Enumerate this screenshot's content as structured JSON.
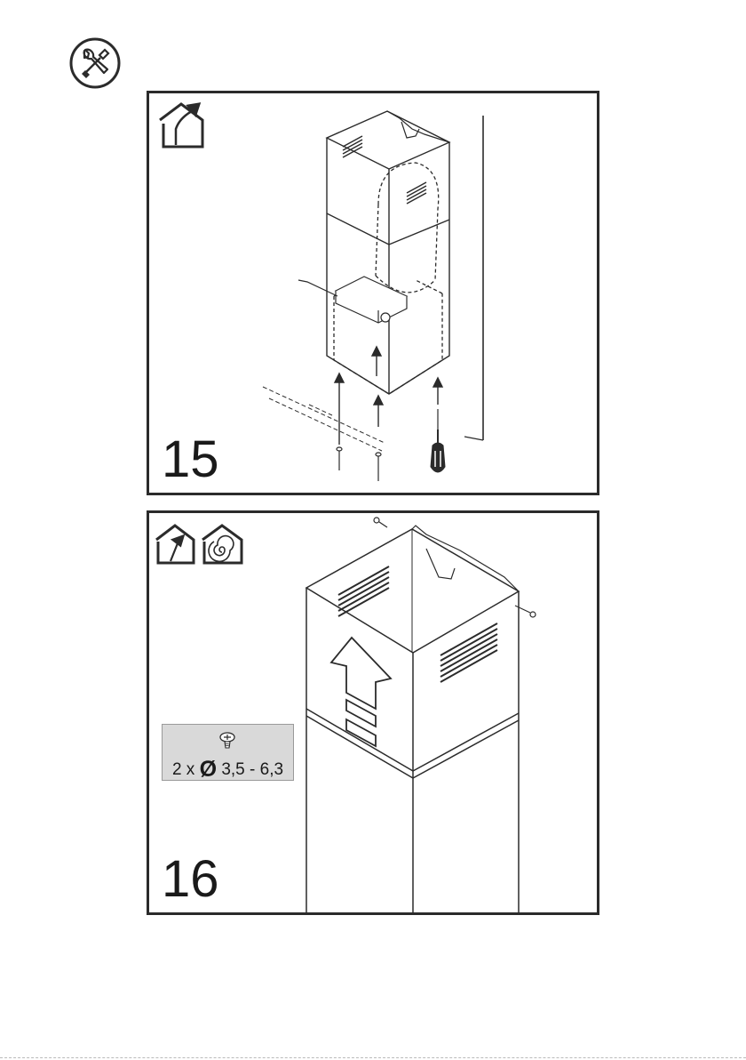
{
  "page": {
    "icons": {
      "tools": "screwdriver-wrench-icon",
      "ducted": "house-exhaust-arrow-icon",
      "recirculating": "house-recirculation-spiral-icon",
      "screw": "screw-head-icon",
      "screwdriver": "screwdriver-icon",
      "arrow": "arrow-up-icon"
    }
  },
  "step15": {
    "number": "15"
  },
  "step16": {
    "number": "16",
    "screw_spec": {
      "qty": "2 x",
      "symbol": "Ø",
      "size": "3,5 - 6,3"
    }
  },
  "colors": {
    "line": "#2b2b2b",
    "spec_box": "#d9d9d9"
  }
}
